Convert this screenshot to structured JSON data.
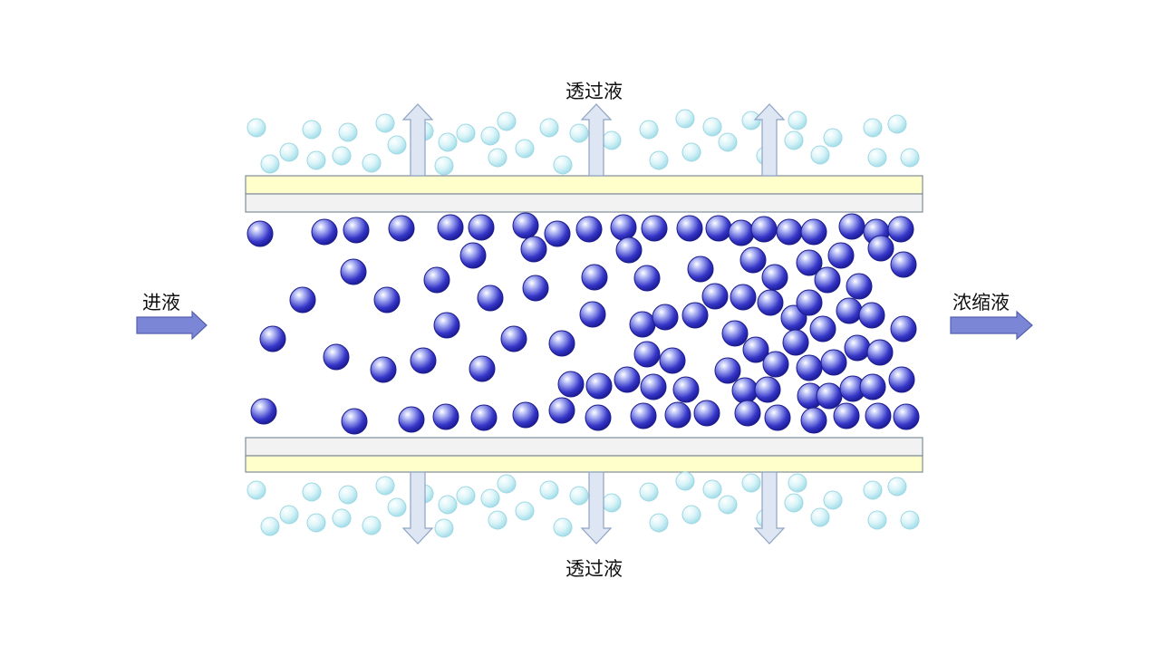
{
  "labels": {
    "permeate_top": "透过液",
    "permeate_bottom": "透过液",
    "feed": "进液",
    "concentrate": "浓缩液"
  },
  "colors": {
    "membrane_yellow": "#ffffcc",
    "membrane_gray": "#f2f2f2",
    "membrane_border": "#7f8c99",
    "arrow_fill": "#dde6f2",
    "arrow_stroke": "#8ea4c4",
    "side_arrow_fill": "#7b86d6",
    "side_arrow_stroke": "#5560b0",
    "large_particle": "#2c2cc0",
    "small_particle": "#bfe9f2"
  },
  "icons": {
    "flow_arrow": "arrow-icon",
    "large_particle": "solute-particle",
    "small_particle": "permeate-particle"
  }
}
